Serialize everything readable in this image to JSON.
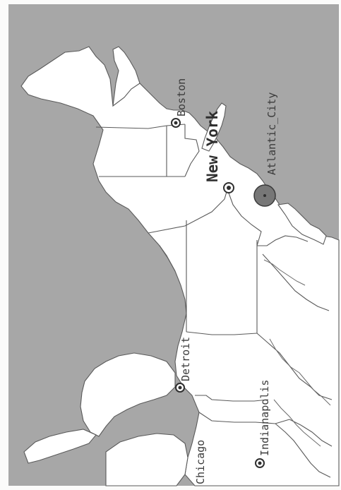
{
  "map": {
    "cities": [
      {
        "id": "boston",
        "label": "Boston",
        "kind": "city"
      },
      {
        "id": "new-york",
        "label": "New York",
        "kind": "major"
      },
      {
        "id": "atlantic-city",
        "label": "Atlantic_City",
        "kind": "hub"
      },
      {
        "id": "detroit",
        "label": "Detroit",
        "kind": "city"
      },
      {
        "id": "indianapolis",
        "label": "Indianapolis",
        "kind": "city"
      },
      {
        "id": "chicago",
        "label": "Chicago",
        "kind": "city"
      }
    ],
    "colors": {
      "water": "#a7a7a7",
      "land": "#ffffff",
      "borders": "#5a5a5a",
      "markers": "#2f2f2f",
      "hub_fill": "#777777"
    }
  }
}
